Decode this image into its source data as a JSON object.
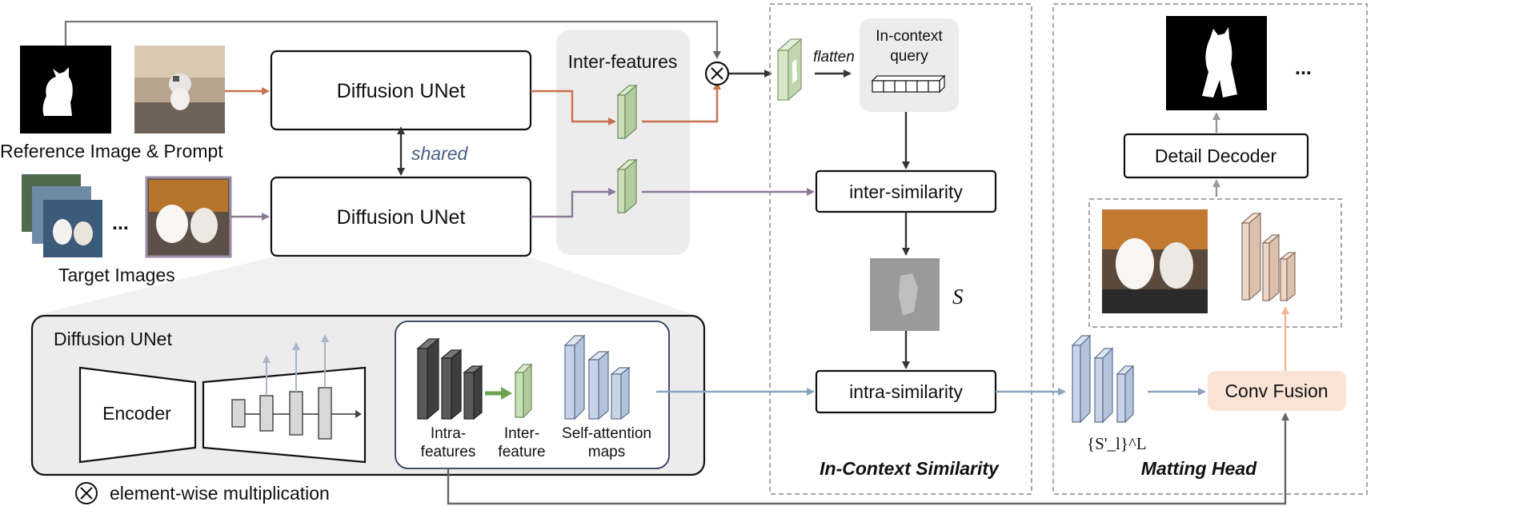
{
  "labels": {
    "diffusion_unet_top": "Diffusion UNet",
    "diffusion_unet_bottom": "Diffusion UNet",
    "shared": "shared",
    "reference_caption": "Reference Image & Prompt",
    "target_caption": "Target Images",
    "ellipsis_targets": "...",
    "inter_features_title": "Inter-features",
    "flatten": "flatten",
    "query_line1": "In-context",
    "query_line2": "query",
    "inter_similarity": "inter-similarity",
    "intra_similarity": "intra-similarity",
    "similarity_symbol": "S",
    "in_context_similarity_title": "In-Context Similarity",
    "matting_head_title": "Matting Head",
    "detail_decoder": "Detail Decoder",
    "conv_fusion": "Conv Fusion",
    "ellipsis_output": "...",
    "s_set_label": "{S'_l}^L",
    "detail_title": "Diffusion UNet",
    "encoder": "Encoder",
    "intra_features_line1": "Intra-",
    "intra_features_line2": "features",
    "inter_feature_line1": "Inter-",
    "inter_feature_line2": "feature",
    "self_attention_line1": "Self-attention",
    "self_attention_line2": "maps",
    "legend_symbol": "⊗",
    "legend_text": "element-wise multiplication"
  },
  "colors": {
    "reference_arrow": "#c8704f",
    "target_arrow": "#8a7a94",
    "inter_feature_green": "#c9dfb7",
    "attention_blue": "#c7d3e6",
    "conv_fusion_fill": "#fbe3d6",
    "conv_fusion_arrow": "#f0b695",
    "decoder_feature_fill": "#ecd6c8",
    "intra_feature_dark": "#5a5a5a",
    "panel_gray": "#ececec",
    "blue_arrow": "#8aa3bf",
    "gray_arrow": "#9a9a9a"
  },
  "icons": {
    "multiply": "circle-times-icon"
  }
}
